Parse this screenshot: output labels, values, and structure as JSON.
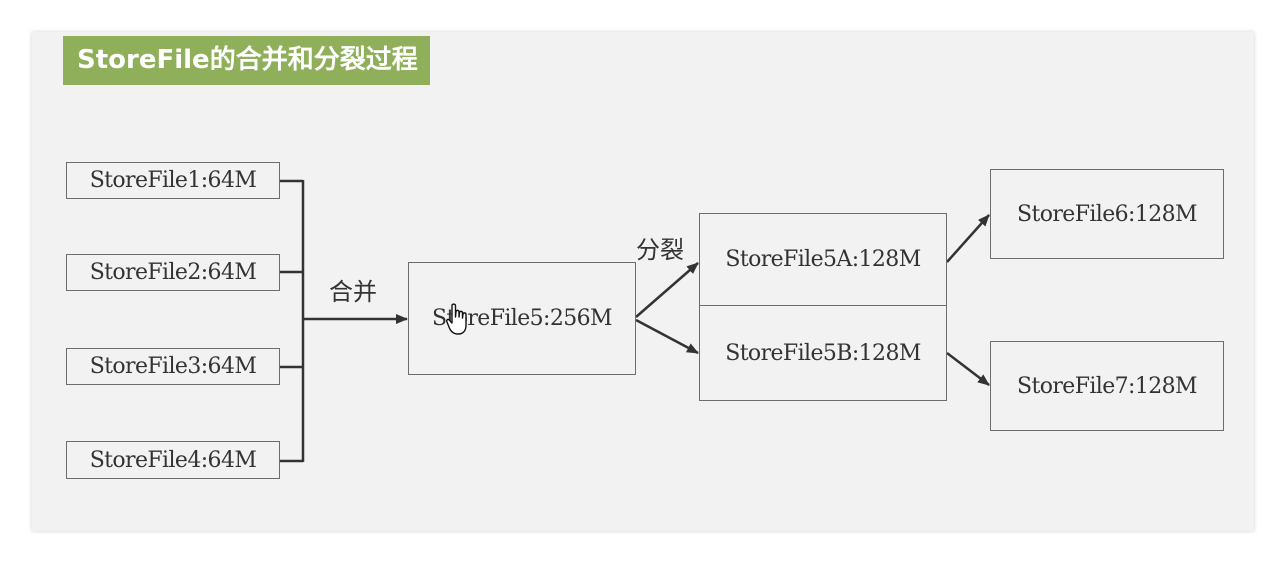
{
  "title": "StoreFile的合并和分裂过程",
  "nodes": {
    "sf1": "StoreFile1:64M",
    "sf2": "StoreFile2:64M",
    "sf3": "StoreFile3:64M",
    "sf4": "StoreFile4:64M",
    "sf5": "StoreFile5:256M",
    "sf5a": "StoreFile5A:128M",
    "sf5b": "StoreFile5B:128M",
    "sf6": "StoreFile6:128M",
    "sf7": "StoreFile7:128M"
  },
  "labels": {
    "merge": "合并",
    "split": "分裂"
  },
  "colors": {
    "banner": "#8faf5a",
    "line": "#333333",
    "border": "#6d6d6d",
    "background": "#f2f2f2"
  },
  "icons": {
    "cursor": "hand-pointer-icon"
  }
}
